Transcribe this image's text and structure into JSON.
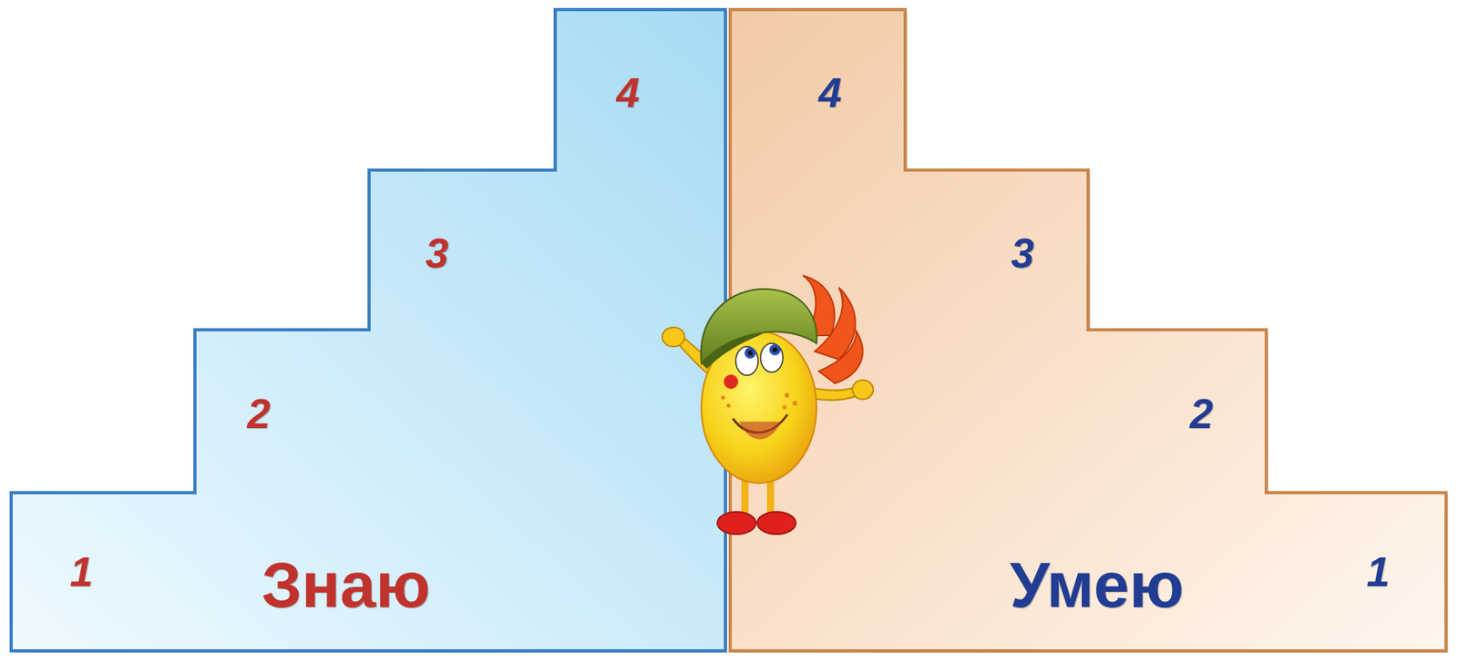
{
  "diagram": {
    "nodes": [
      {
        "text": [
          "1",
          "2",
          "3",
          "4",
          "Знаю"
        ]
      },
      {
        "text": [
          "4",
          "3",
          "2",
          "1",
          "Умею"
        ]
      }
    ]
  }
}
